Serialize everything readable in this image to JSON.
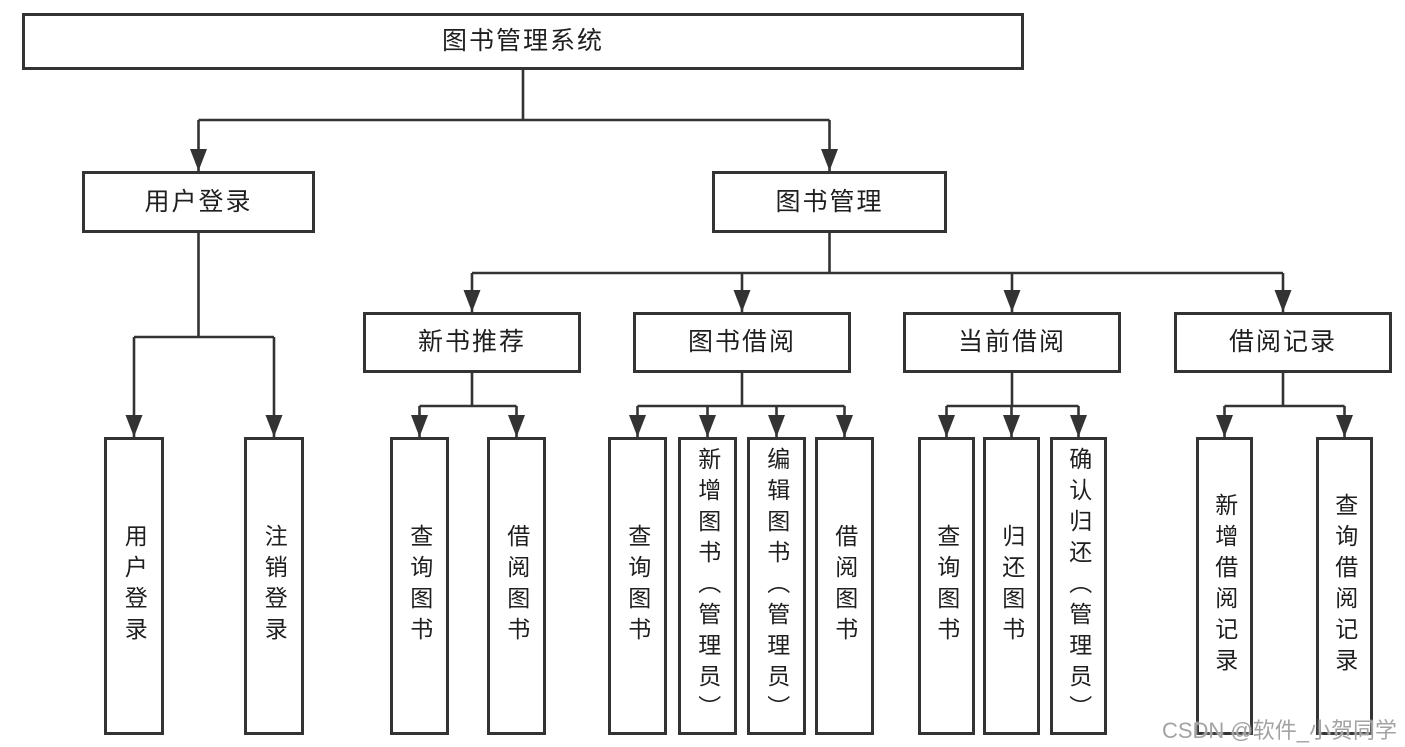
{
  "diagram_title": "图书管理系统",
  "tree": {
    "root": {
      "label": "图书管理系统",
      "children": [
        {
          "label": "用户登录",
          "children": [
            {
              "label": "用户登录"
            },
            {
              "label": "注销登录"
            }
          ]
        },
        {
          "label": "图书管理",
          "children": [
            {
              "label": "新书推荐",
              "children": [
                {
                  "label": "查询图书"
                },
                {
                  "label": "借阅图书"
                }
              ]
            },
            {
              "label": "图书借阅",
              "children": [
                {
                  "label": "查询图书"
                },
                {
                  "label": "新增图书（管理员）"
                },
                {
                  "label": "编辑图书（管理员）"
                },
                {
                  "label": "借阅图书"
                }
              ]
            },
            {
              "label": "当前借阅",
              "children": [
                {
                  "label": "查询图书"
                },
                {
                  "label": "归还图书"
                },
                {
                  "label": "确认归还（管理员）"
                }
              ]
            },
            {
              "label": "借阅记录",
              "children": [
                {
                  "label": "新增借阅记录"
                },
                {
                  "label": "查询借阅记录"
                }
              ]
            }
          ]
        }
      ]
    }
  },
  "watermark": {
    "text": "CSDN @软件_小贺同学"
  },
  "colors": {
    "line": "#333333",
    "box_border": "#333333",
    "box_fill": "#ffffff",
    "text": "#1f1f1f",
    "background": "#ffffff",
    "watermark": "#a3a3a3"
  }
}
